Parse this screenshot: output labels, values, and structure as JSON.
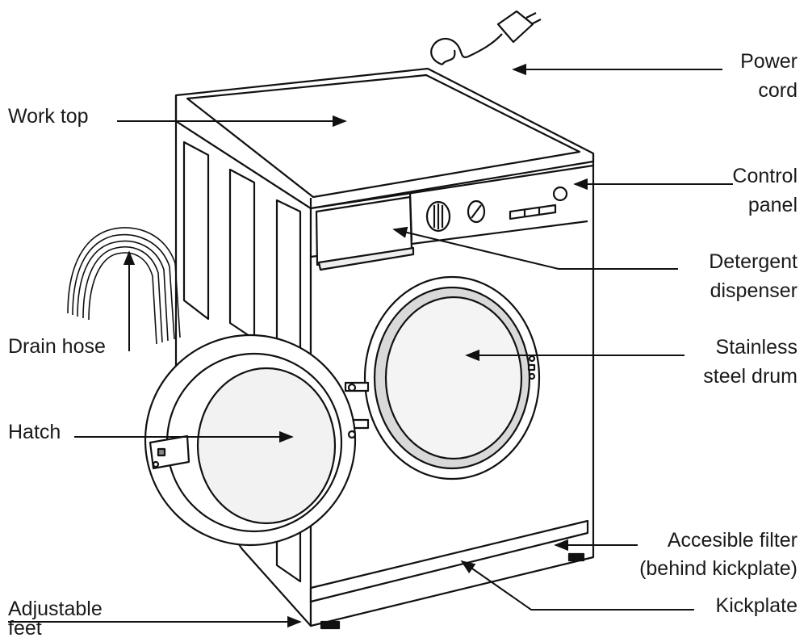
{
  "labels": {
    "power_cord": [
      "Power",
      "cord"
    ],
    "work_top": [
      "Work top"
    ],
    "control_panel": [
      "Control",
      "panel"
    ],
    "detergent_dispenser": [
      "Detergent",
      "dispenser"
    ],
    "drain_hose": [
      "Drain hose"
    ],
    "stainless_steel_drum": [
      "Stainless",
      "steel drum"
    ],
    "hatch": [
      "Hatch"
    ],
    "accessible_filter": [
      "Accesible filter",
      "(behind kickplate)"
    ],
    "kickplate": [
      "Kickplate"
    ],
    "adjustable_feet": [
      "Adjustable",
      "feet"
    ]
  },
  "colors": {
    "line": "#111111",
    "body_fill": "#ffffff",
    "glass_fill": "#f2f2f2",
    "seal_fill": "#d9d9d9"
  }
}
